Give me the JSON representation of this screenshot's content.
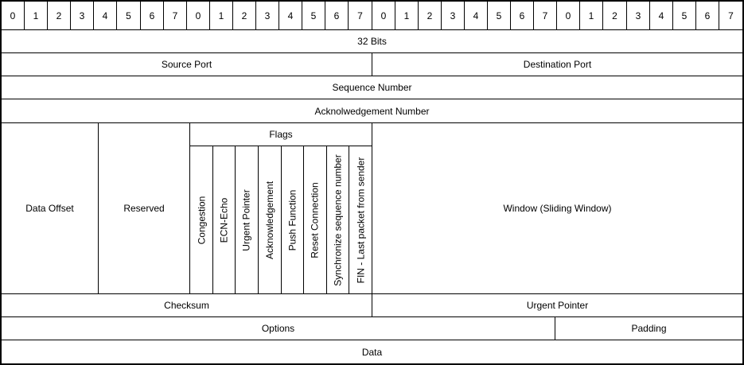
{
  "bit_labels": [
    "0",
    "1",
    "2",
    "3",
    "4",
    "5",
    "6",
    "7",
    "0",
    "1",
    "2",
    "3",
    "4",
    "5",
    "6",
    "7",
    "0",
    "1",
    "2",
    "3",
    "4",
    "5",
    "6",
    "7",
    "0",
    "1",
    "2",
    "3",
    "4",
    "5",
    "6",
    "7"
  ],
  "header": "32 Bits",
  "source_port": "Source Port",
  "destination_port": "Destination Port",
  "sequence_number": "Sequence Number",
  "ack_number": "Acknolwedgement Number",
  "data_offset": "Data Offset",
  "reserved": "Reserved",
  "flags_title": "Flags",
  "flags": [
    "Congestion",
    "ECN-Echo",
    "Urgent Pointer",
    "Acknowledgement",
    "Push Function",
    "Reset Connection",
    "Synchronize sequence number",
    "FIN - Last packet from sender"
  ],
  "window": "Window (Sliding Window)",
  "checksum": "Checksum",
  "urgent_pointer": "Urgent Pointer",
  "options": "Options",
  "padding": "Padding",
  "data": "Data"
}
